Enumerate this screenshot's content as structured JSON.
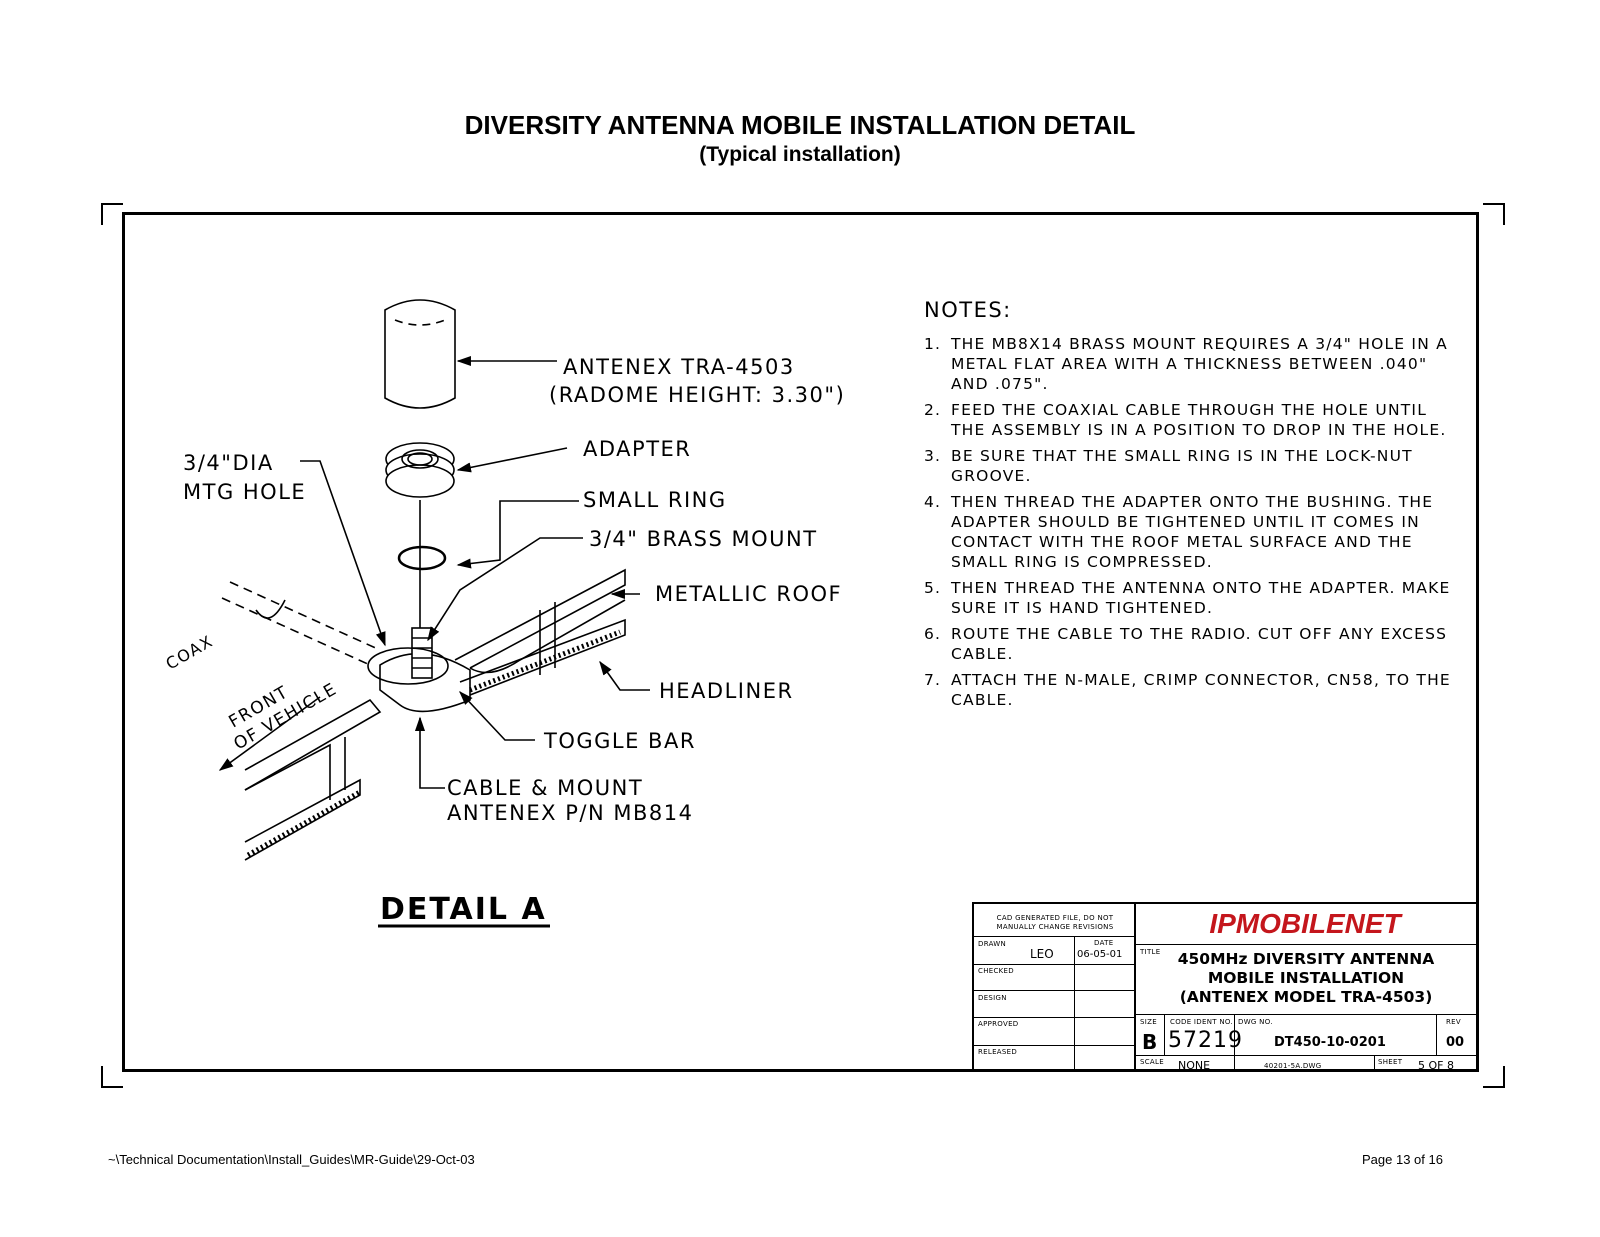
{
  "header": {
    "title": "DIVERSITY ANTENNA MOBILE INSTALLATION DETAIL",
    "subtitle": "(Typical installation)"
  },
  "drawing": {
    "callouts": {
      "antenna_line1": "ANTENEX TRA-4503",
      "antenna_line2": "(RADOME HEIGHT: 3.30\")",
      "adapter": "ADAPTER",
      "small_ring": "SMALL RING",
      "brass_mount": "3/4\" BRASS MOUNT",
      "metallic_roof": "METALLIC ROOF",
      "headliner": "HEADLINER",
      "toggle_bar": "TOGGLE BAR",
      "cable_mount_line1": "CABLE & MOUNT",
      "cable_mount_line2": "ANTENEX P/N MB814",
      "hole_line1": "3/4\"DIA",
      "hole_line2": "MTG HOLE",
      "coax": "COAX",
      "front_line1": "FRONT",
      "front_line2": "OF VEHICLE"
    },
    "detail_label": "DETAIL A"
  },
  "notes": {
    "title": "NOTES:",
    "items": [
      {
        "num": "1.",
        "text": "THE MB8X14 BRASS MOUNT REQUIRES A 3/4\" HOLE IN A METAL FLAT AREA WITH A THICKNESS BETWEEN .040\" AND .075\"."
      },
      {
        "num": "2.",
        "text": "FEED THE COAXIAL CABLE THROUGH THE HOLE UNTIL THE ASSEMBLY IS IN A POSITION TO DROP IN THE HOLE."
      },
      {
        "num": "3.",
        "text": "BE SURE THAT THE SMALL RING IS IN THE LOCK-NUT GROOVE."
      },
      {
        "num": "4.",
        "text": "THEN THREAD THE ADAPTER ONTO THE BUSHING. THE ADAPTER SHOULD BE TIGHTENED UNTIL IT COMES IN CONTACT WITH THE ROOF METAL SURFACE AND THE SMALL RING IS COMPRESSED."
      },
      {
        "num": "5.",
        "text": "THEN THREAD THE ANTENNA ONTO THE ADAPTER. MAKE SURE IT IS HAND TIGHTENED."
      },
      {
        "num": "6.",
        "text": "ROUTE THE CABLE TO THE RADIO. CUT OFF ANY EXCESS CABLE."
      },
      {
        "num": "7.",
        "text": "ATTACH THE N-MALE, CRIMP CONNECTOR, CN58, TO THE CABLE."
      }
    ]
  },
  "title_block": {
    "cad_notice": "CAD GENERATED FILE, DO NOT MANUALLY CHANGE REVISIONS",
    "drawn_label": "DRAWN",
    "drawn_by": "LEO",
    "date_label": "DATE",
    "date": "06-05-01",
    "checked_label": "CHECKED",
    "design_label": "DESIGN",
    "approved_label": "APPROVED",
    "released_label": "RELEASED",
    "logo": "IPMOBILENET",
    "title_label": "TITLE",
    "title_line1": "450MHz DIVERSITY ANTENNA",
    "title_line2": "MOBILE INSTALLATION",
    "title_line3": "(ANTENEX MODEL TRA-4503)",
    "size_label": "SIZE",
    "size": "B",
    "code_label": "CODE IDENT NO.",
    "code": "57219",
    "dwg_label": "DWG NO.",
    "dwg": "DT450-10-0201",
    "rev_label": "REV",
    "rev": "00",
    "scale_label": "SCALE",
    "scale": "NONE",
    "file": "40201-5A.DWG",
    "sheet_label": "SHEET",
    "sheet": "5 OF 8"
  },
  "footer": {
    "path": "~\\Technical Documentation\\Install_Guides\\MR-Guide\\29-Oct-03",
    "page": "Page 13 of 16"
  }
}
